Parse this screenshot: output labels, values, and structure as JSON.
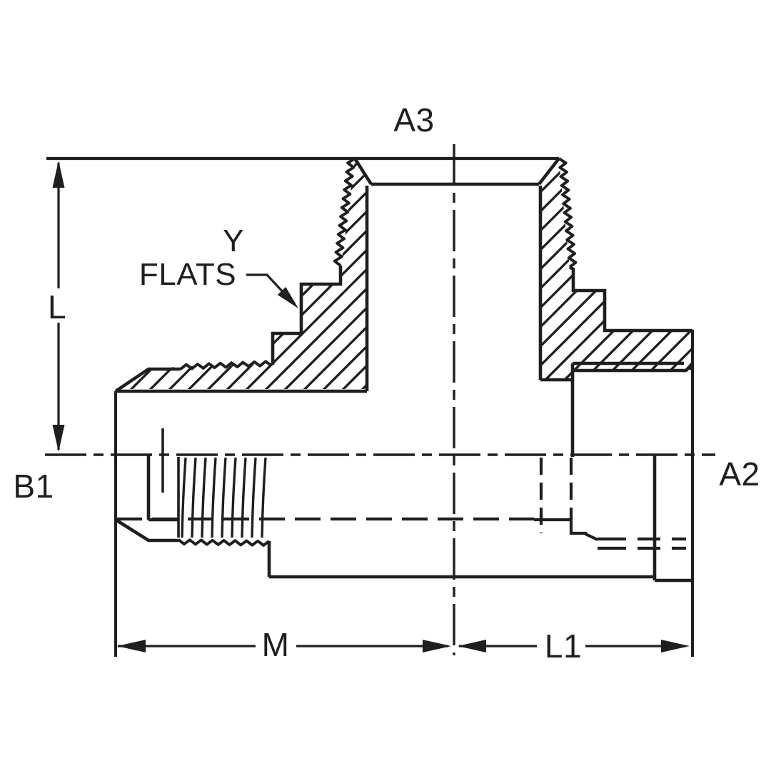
{
  "drawing": {
    "labels": {
      "top_port": "A3",
      "left_port": "B1",
      "right_port": "A2",
      "height_dim": "L",
      "left_length_dim": "M",
      "right_length_dim": "L1",
      "callout_letter": "Y",
      "callout_word": "FLATS"
    },
    "colors": {
      "ink": "#1f1f1f",
      "background": "#ffffff"
    }
  }
}
